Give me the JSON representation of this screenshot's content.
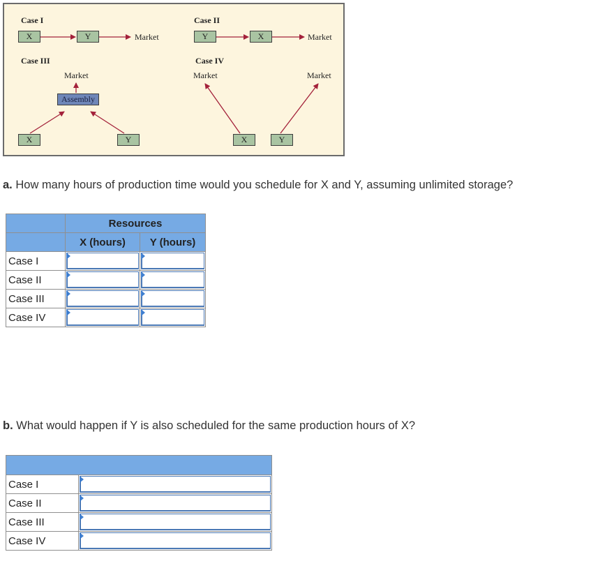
{
  "diagram": {
    "case1": {
      "title": "Case I",
      "node1": "X",
      "node2": "Y",
      "market": "Market"
    },
    "case2": {
      "title": "Case II",
      "node1": "Y",
      "node2": "X",
      "market": "Market"
    },
    "case3": {
      "title": "Case III",
      "market": "Market",
      "assembly": "Assembly",
      "left": "X",
      "right": "Y"
    },
    "case4": {
      "title": "Case IV",
      "market_left": "Market",
      "market_right": "Market",
      "left": "X",
      "right": "Y"
    },
    "colors": {
      "background": "#fdf5de",
      "node": "#a9c4a2",
      "assembly": "#6e86b8",
      "arrow": "#a3213a"
    }
  },
  "question_a": {
    "label": "a.",
    "text": " How many hours of production time would you schedule for X and Y, assuming unlimited storage?"
  },
  "table_a": {
    "group_header": "Resources",
    "columns": [
      "X (hours)",
      "Y (hours)"
    ],
    "rows": [
      {
        "label": "Case I",
        "x": "",
        "y": ""
      },
      {
        "label": "Case II",
        "x": "",
        "y": ""
      },
      {
        "label": "Case III",
        "x": "",
        "y": ""
      },
      {
        "label": "Case IV",
        "x": "",
        "y": ""
      }
    ]
  },
  "question_b": {
    "label": "b.",
    "text": " What would happen if Y is also scheduled for the same production hours of X?"
  },
  "table_b": {
    "header": "",
    "rows": [
      {
        "label": "Case I",
        "value": ""
      },
      {
        "label": "Case II",
        "value": ""
      },
      {
        "label": "Case III",
        "value": ""
      },
      {
        "label": "Case IV",
        "value": ""
      }
    ]
  },
  "colors": {
    "header_blue": "#76aae4",
    "input_border": "#4a78b5",
    "marker": "#3f7fd0"
  }
}
